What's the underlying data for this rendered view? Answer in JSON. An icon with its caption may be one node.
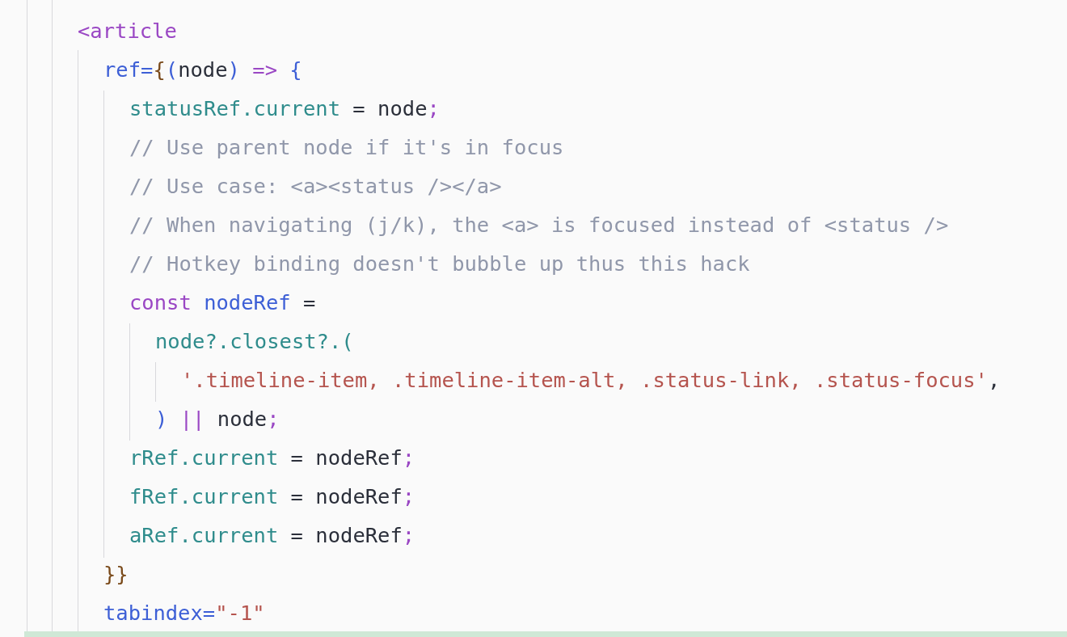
{
  "diagram": {
    "labels": [
      "<article",
      "ref={(node) => {",
      "statusRef.current = node;",
      "// Use parent node if it's in focus",
      "// Use case: <a><status /></a>",
      "// When navigating (j/k), the <a> is focused instead of <status />",
      "// Hotkey binding doesn't bubble up thus this hack",
      "const nodeRef =",
      "node?.closest?.(",
      "'.timeline-item, .timeline-item-alt, .status-link, .status-focus',",
      ") || node;",
      "rRef.current = nodeRef;",
      "fRef.current = nodeRef;",
      "aRef.current = nodeRef;",
      "}}",
      "tabindex=\"-1\""
    ]
  }
}
